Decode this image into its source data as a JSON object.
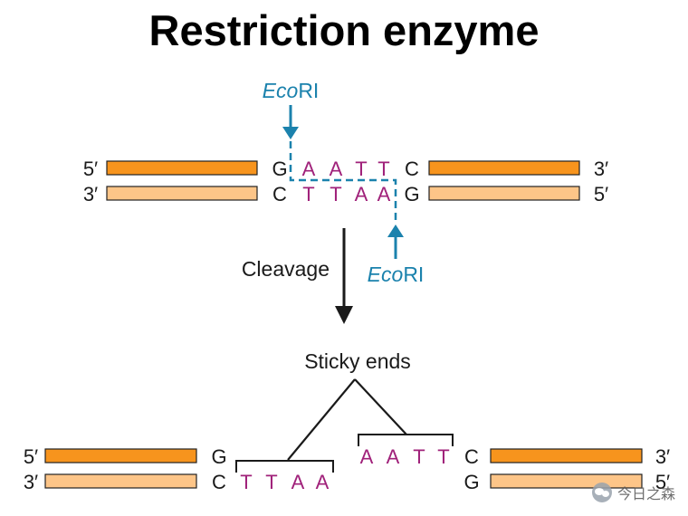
{
  "title": "Restriction enzyme",
  "enzyme": {
    "italic": "Eco",
    "suffix": "RI"
  },
  "top_strand": {
    "left_label": "5′",
    "right_label": "3′",
    "seq": [
      "G",
      "A",
      "A",
      "T",
      "T",
      "C"
    ]
  },
  "bottom_strand": {
    "left_label": "3′",
    "right_label": "5′",
    "seq": [
      "C",
      "T",
      "T",
      "A",
      "A",
      "G"
    ]
  },
  "cleavage_label": "Cleavage",
  "sticky_ends_label": "Sticky ends",
  "fragment_left": {
    "top_label": "5′",
    "bottom_label": "3′",
    "top_seq": [
      "G"
    ],
    "bottom_seq": [
      "C",
      "T",
      "T",
      "A",
      "A"
    ]
  },
  "fragment_right": {
    "top_label": "3′",
    "bottom_label": "5′",
    "top_seq": [
      "A",
      "A",
      "T",
      "T",
      "C"
    ],
    "bottom_seq": [
      "G"
    ]
  },
  "watermark": "今日之森",
  "colors": {
    "strand_dark": "#F7941D",
    "strand_light": "#FDC588",
    "site_base": "#A0217A",
    "enzyme_blue": "#1B82AD",
    "text": "#1a1a1a"
  }
}
